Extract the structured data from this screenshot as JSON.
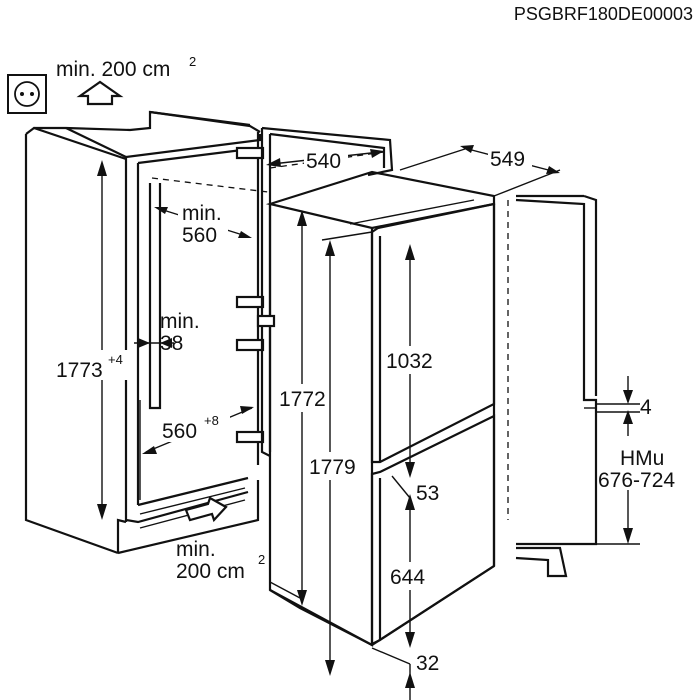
{
  "reference_code": "PSGBRF180DE00003",
  "ventilation_top": {
    "text": "min. 200 cm",
    "superscript": "2"
  },
  "ventilation_bottom": {
    "line1": "min.",
    "line2": "200 cm",
    "superscript": "2"
  },
  "niche": {
    "height": "1773",
    "height_tolerance": "+4",
    "min_depth_line1": "min.",
    "min_depth_line2": "560",
    "min_gap_line1": "min.",
    "min_gap_line2": "38",
    "width": "560",
    "width_tolerance": "+8"
  },
  "appliance": {
    "width": "540",
    "depth": "549",
    "height_total": "1772",
    "height_full": "1779",
    "upper_door": "1032",
    "lower_door": "644",
    "gap_between": "53",
    "bottom_offset": "32"
  },
  "door_alignment": {
    "gap": "4",
    "label": "HMu",
    "range": "676-724"
  }
}
